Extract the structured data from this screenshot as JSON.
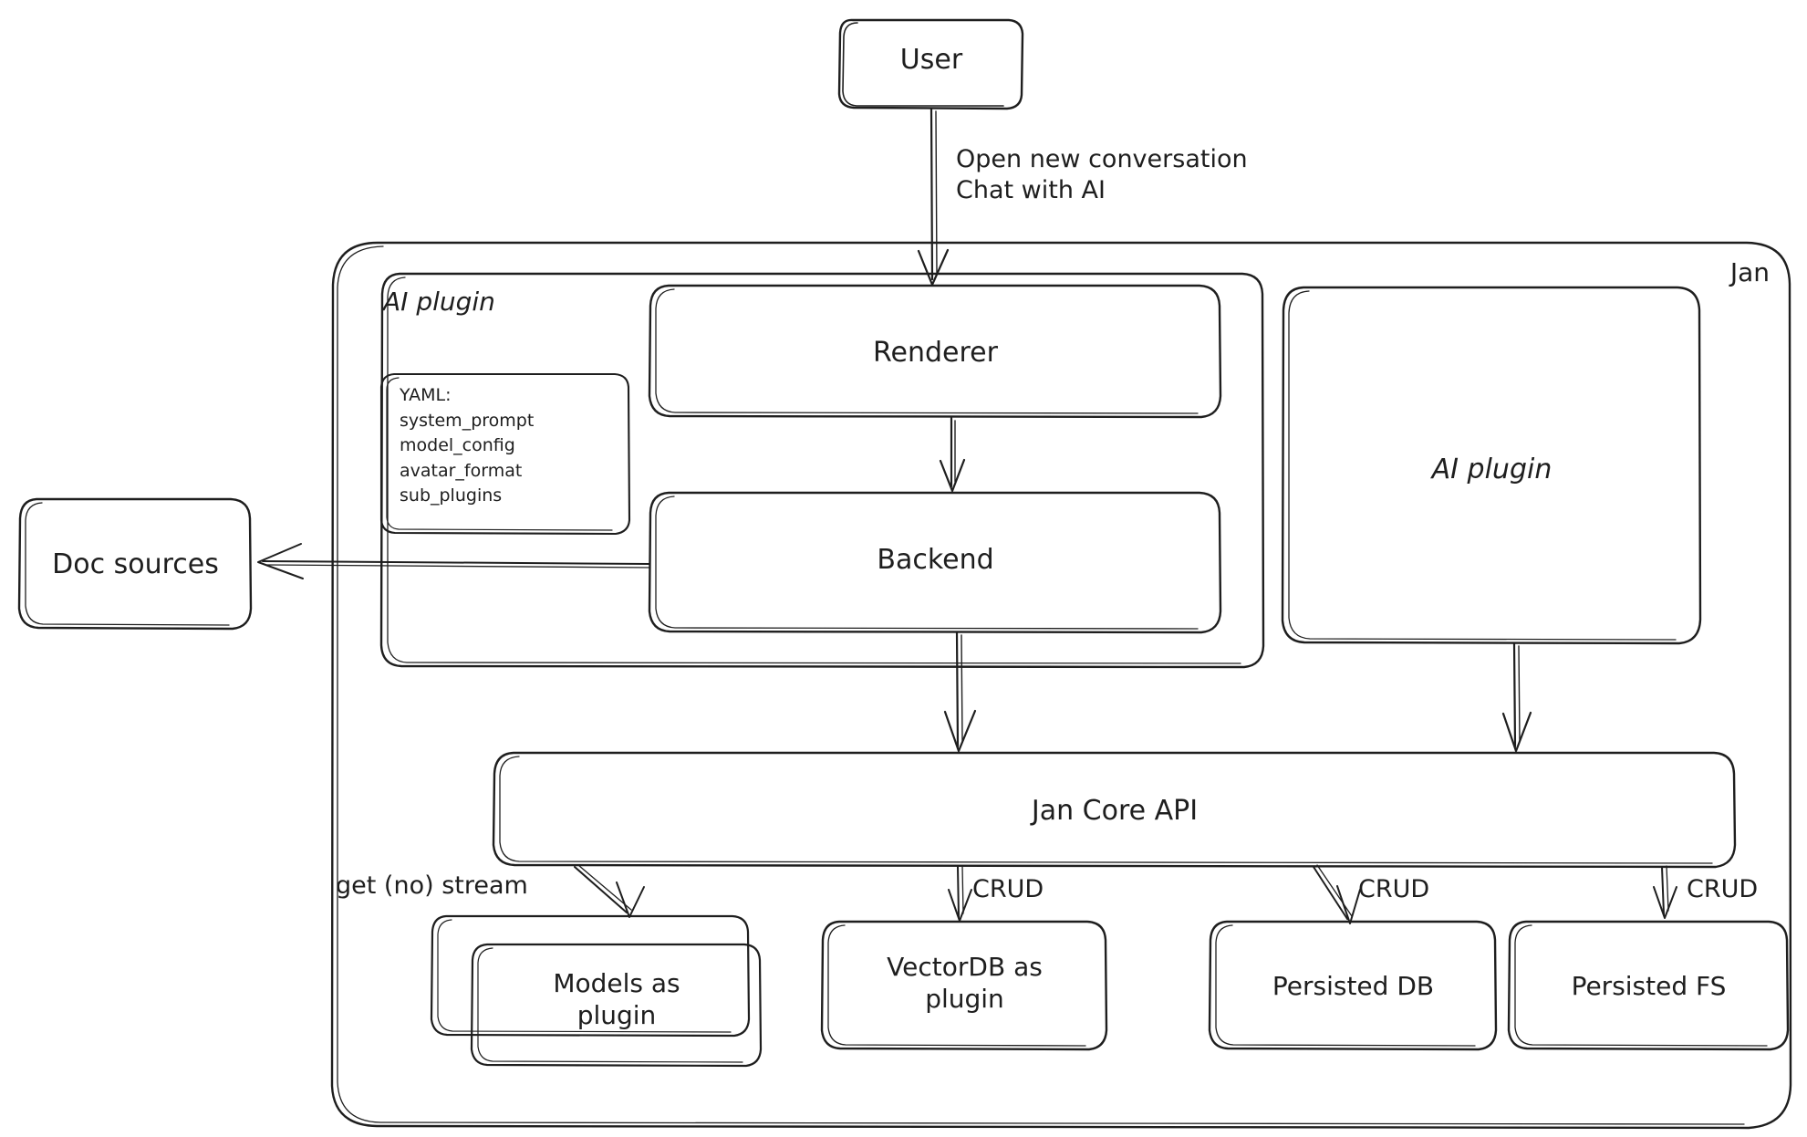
{
  "diagram": {
    "title": "Jan architecture diagram",
    "style": "hand-drawn",
    "stroke_color": "#1e1e1e",
    "background_color": "#ffffff"
  },
  "nodes": {
    "user": {
      "label": "User"
    },
    "jan_container": {
      "label": "Jan"
    },
    "ai_plugin_group": {
      "label": "AI plugin"
    },
    "yaml_note": {
      "label": "YAML:\nsystem_prompt\nmodel_config\navatar_format\nsub_plugins"
    },
    "renderer": {
      "label": "Renderer"
    },
    "backend": {
      "label": "Backend"
    },
    "doc_sources": {
      "label": "Doc sources"
    },
    "ai_plugin_box": {
      "label": "AI plugin"
    },
    "jan_core_api": {
      "label": "Jan Core API"
    },
    "models_as_plugin": {
      "label": "Models as\nplugin"
    },
    "vectordb_as_plugin": {
      "label": "VectorDB as\nplugin"
    },
    "persisted_db": {
      "label": "Persisted DB"
    },
    "persisted_fs": {
      "label": "Persisted FS"
    }
  },
  "edges": {
    "user_to_renderer": {
      "label": "Open new conversation\nChat with AI"
    },
    "renderer_to_backend": {
      "label": ""
    },
    "backend_to_doc_sources": {
      "label": ""
    },
    "backend_to_core": {
      "label": ""
    },
    "ai_plugin_to_core": {
      "label": ""
    },
    "core_to_models": {
      "label": "get (no) stream"
    },
    "core_to_vectordb": {
      "label": "CRUD"
    },
    "core_to_persisted_db": {
      "label": "CRUD"
    },
    "core_to_persisted_fs": {
      "label": "CRUD"
    }
  }
}
